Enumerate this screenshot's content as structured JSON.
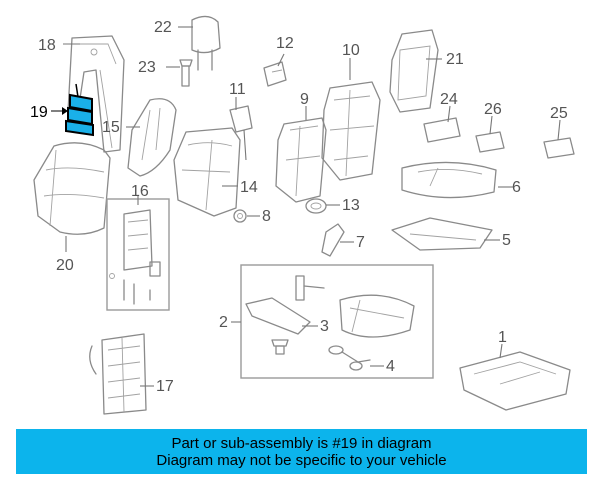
{
  "callouts": {
    "c1": "1",
    "c2": "2",
    "c3": "3",
    "c4": "4",
    "c5": "5",
    "c6": "6",
    "c7": "7",
    "c8": "8",
    "c9": "9",
    "c10": "10",
    "c11": "11",
    "c12": "12",
    "c13": "13",
    "c14": "14",
    "c15": "15",
    "c16": "16",
    "c17": "17",
    "c18": "18",
    "c19": "19",
    "c20": "20",
    "c21": "21",
    "c22": "22",
    "c23": "23",
    "c24": "24",
    "c25": "25",
    "c26": "26"
  },
  "highlight": {
    "part": "19",
    "color": "#1ab0e8"
  },
  "banner": {
    "line1": "Part or sub-assembly is #19 in diagram",
    "line2": "Diagram may not be specific to your vehicle",
    "color": "#0cb4ec"
  }
}
